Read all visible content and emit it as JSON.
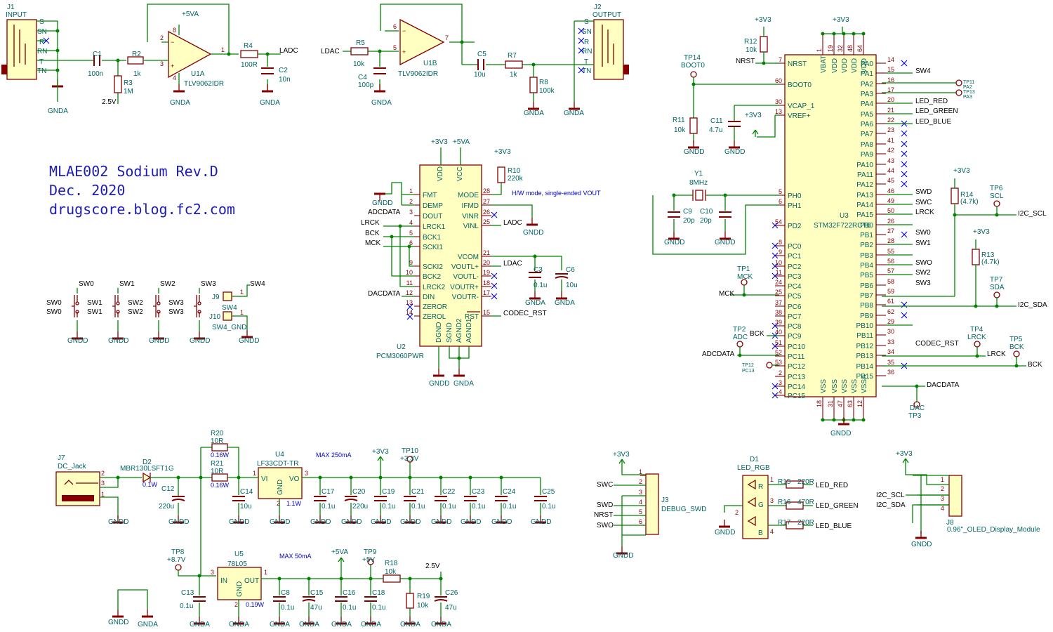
{
  "title_block": {
    "line1": "MLAE002 Sodium Rev.D",
    "line2": "Dec. 2020",
    "line3": "drugscore.blog.fc2.com"
  },
  "notes": {
    "hw_mode": "H/W mode, single-ended VOUT",
    "max_250": "MAX 250mA",
    "max_50": "MAX 50mA"
  },
  "power": {
    "gnda": "GNDA",
    "gndd": "GNDD",
    "v3v3": "+3V3",
    "v5va": "+5VA",
    "v2v5": "2.5V",
    "tp8_val": "+8.7V",
    "tp9_val": "+5V",
    "tp10_val": "+3.3V"
  },
  "nets": {
    "ladc": "LADC",
    "ldac": "LDAC",
    "adcdata": "ADCDATA",
    "dacdata": "DACDATA",
    "lrck": "LRCK",
    "bck": "BCK",
    "mck": "MCK",
    "codec_rst": "CODEC_RST",
    "nrst": "NRST",
    "i2c_scl": "I2C_SCL",
    "i2c_sda": "I2C_SDA",
    "led_red": "LED_RED",
    "led_green": "LED_GREEN",
    "led_blue": "LED_BLUE",
    "sw0": "SW0",
    "sw1": "SW1",
    "sw2": "SW2",
    "sw3": "SW3",
    "sw4": "SW4",
    "sw4_gnd": "SW4_GND",
    "swc": "SWC",
    "swd": "SWD",
    "swo": "SWO"
  },
  "components": {
    "j1": "J1",
    "j1_val": "INPUT",
    "j2": "J2",
    "j2_val": "OUTPUT",
    "c1": "C1",
    "c1_val": "100n",
    "r2": "R2",
    "r2_val": "1k",
    "r3": "R3",
    "r3_val": "1M",
    "u1a": "U1A",
    "u1b": "U1B",
    "u1_val": "TLV9062IDR",
    "r4": "R4",
    "r4_val": "100R",
    "c2": "C2",
    "c2_val": "10n",
    "r5": "R5",
    "r5_val": "10k",
    "c4": "C4",
    "c4_val": "100p",
    "c5": "C5",
    "c5_val": "10u",
    "r7": "R7",
    "r7_val": "1k",
    "r8": "R8",
    "r8_val": "100k",
    "u2": "U2",
    "u2_val": "PCM3060PWR",
    "r10": "R10",
    "r10_val": "220k",
    "c3": "C3",
    "c3_val": "0.1u",
    "c6": "C6",
    "c6_val": "10u",
    "u3": "U3",
    "u3_val": "STM32F722RCT6",
    "r11": "R11",
    "r11_val": "10k",
    "r12": "R12",
    "r12_val": "10k",
    "c11": "C11",
    "c11_val": "4.7u",
    "y1": "Y1",
    "y1_val": "8MHz",
    "c9": "C9",
    "c9_val": "20p",
    "c10": "C10",
    "c10_val": "20p",
    "r13": "R13",
    "r13_val": "(4.7k)",
    "r14": "R14",
    "r14_val": "(4.7k)",
    "tp1": "TP1",
    "tp1_val": "MCK",
    "tp2": "TP2",
    "tp2_val": "ADC",
    "tp3": "TP3",
    "tp3_val": "DAC",
    "tp4": "TP4",
    "tp4_val": "LRCK",
    "tp5": "TP5",
    "tp5_val": "BCK",
    "tp6": "TP6",
    "tp6_val": "SCL",
    "tp7": "TP7",
    "tp7_val": "SDA",
    "tp11": "TP11",
    "tp11_val": "PA2",
    "tp12": "TP12",
    "tp12_val": "PC13",
    "tp13": "TP13",
    "tp13_val": "PA3",
    "tp14": "TP14",
    "tp14_val": "BOOT0",
    "j7": "J7",
    "j7_val": "DC_Jack",
    "d2": "D2",
    "d2_val": "MBR130LSFT1G",
    "d2_pwr": "0.1W",
    "r20": "R20",
    "r20_val": "10R",
    "r20_pwr": "0.16W",
    "r21": "R21",
    "r21_val": "10R",
    "r21_pwr": "0.16W",
    "c12": "C12",
    "c12_val": "220u",
    "c14": "C14",
    "c14_val": "10u",
    "u4": "U4",
    "u4_val": "LF33CDT-TR",
    "u4_pwr": "1.1W",
    "c17": "C17",
    "c20": "C20",
    "c20_val": "220u",
    "c19": "C19",
    "c21": "C21",
    "c22": "C22",
    "c23": "C23",
    "c24": "C24",
    "c25": "C25",
    "c_01u": "0.1u",
    "tp8": "TP8",
    "tp9": "TP9",
    "tp10": "TP10",
    "c13": "C13",
    "u5": "U5",
    "u5_val": "78L05",
    "u5_pwr": "0.19W",
    "c8": "C8",
    "c15": "C15",
    "c15_val": "47u",
    "c16": "C16",
    "c18": "C18",
    "r18": "R18",
    "r18_val": "10k",
    "r19": "R19",
    "r19_val": "10k",
    "c26": "C26",
    "c26_val": "47u",
    "j3": "J3",
    "j3_val": "DEBUG_SWD",
    "d1": "D1",
    "d1_val": "LED_RGB",
    "r15": "R15",
    "r15_val": "220R",
    "r16": "R16",
    "r16_val": "470R",
    "r17": "R17",
    "r17_val": "220R",
    "j8": "J8",
    "j8_val": "0.96\"_OLED_Display_Module",
    "j9": "J9",
    "j10": "J10"
  },
  "pin_text": {
    "vi": "VI",
    "vo": "VO",
    "gnd": "GND",
    "in": "IN",
    "out": "OUT",
    "s": "S",
    "sn": "SN",
    "r": "R",
    "rn": "RN",
    "t": "T",
    "tn": "TN",
    "vbat": "VBAT",
    "vdd": "VDD",
    "vss": "VSS",
    "vdda": "VDDA",
    "vssa": "VSSA",
    "vcc": "VCC",
    "dgnd": "DGND",
    "sgnd": "SGND",
    "agnd1": "AGND1",
    "agnd2": "AGND2",
    "u2_left": [
      "FMT",
      "DEMP",
      "DOUT",
      "LRCK1",
      "BCK1",
      "SCKI1",
      "SCKI2",
      "BCK2",
      "LRCK2",
      "DIN",
      "ZEROR",
      "ZEROL"
    ],
    "u2_right": [
      "MODE",
      "IFMD",
      "VINR",
      "VINL",
      "VCOM",
      "VOUTL+",
      "VOUTL-",
      "VOUTR+",
      "VOUTR-",
      "RST"
    ],
    "u3_left": [
      "NRST",
      "BOOT0",
      "VCAP_1",
      "VREF+",
      "PH0",
      "PH1",
      "PD2",
      "PC0",
      "PC1",
      "PC2",
      "PC3",
      "PC4",
      "PC5",
      "PC6",
      "PC7",
      "PC8",
      "PC9",
      "PC10",
      "PC11",
      "PC12",
      "PC13",
      "PC14",
      "PC15"
    ],
    "u3_right": [
      "PA0",
      "PA1",
      "PA2",
      "PA3",
      "PA4",
      "PA5",
      "PA6",
      "PA7",
      "PA8",
      "PA9",
      "PA10",
      "PA11",
      "PA12",
      "PA13",
      "PA14",
      "PA15",
      "PB0",
      "PB1",
      "PB2",
      "PB3",
      "PB4",
      "PB5",
      "PB6",
      "PB7",
      "PB8",
      "PB9",
      "PB10",
      "PB11",
      "PB12",
      "PB13",
      "PB14",
      "PB15"
    ],
    "u3_left_num": [
      "7",
      "60",
      "30",
      "13",
      "5",
      "6",
      "54",
      "8",
      "9",
      "10",
      "11",
      "24",
      "25",
      "37",
      "38",
      "39",
      "40",
      "51",
      "52",
      "53",
      "2",
      "3",
      "4"
    ],
    "u3_right_num": [
      "14",
      "15",
      "16",
      "17",
      "20",
      "21",
      "22",
      "23",
      "41",
      "42",
      "43",
      "44",
      "45",
      "46",
      "49",
      "50",
      "26",
      "27",
      "28",
      "55",
      "56",
      "57",
      "58",
      "59",
      "61",
      "62",
      "29",
      "30",
      "33",
      "34",
      "35",
      "36"
    ],
    "u2_left_num": [
      "1",
      "2",
      "3",
      "4",
      "5",
      "6",
      "9",
      "10",
      "11",
      "12",
      "13",
      "14"
    ],
    "u2_right_num": [
      "28",
      "27",
      "26",
      "25",
      "21",
      "20",
      "19",
      "18",
      "17",
      "15"
    ]
  }
}
